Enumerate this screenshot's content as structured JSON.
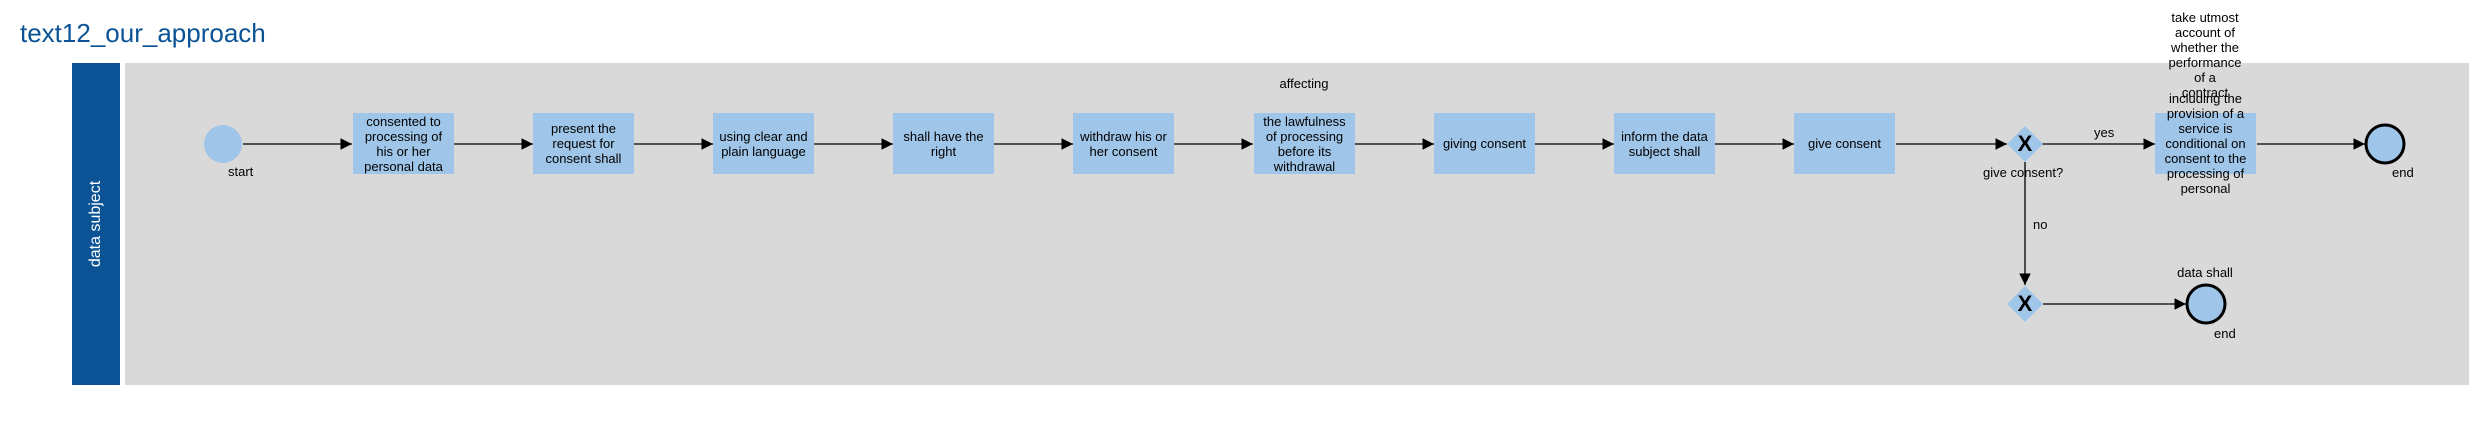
{
  "title": "text12_our_approach",
  "lane": {
    "label": "data subject"
  },
  "colors": {
    "lane_header": "#0b5394",
    "lane_body": "#d9d9d9",
    "node_fill": "#9fc5e8",
    "edge": "#000000"
  },
  "events": {
    "start": "start",
    "end_yes": "end",
    "end_no": "end"
  },
  "tasks": [
    {
      "id": "t1",
      "label": "consented to processing of his or her personal data"
    },
    {
      "id": "t2",
      "label": "present the request for consent shall"
    },
    {
      "id": "t3",
      "label": "using clear and plain language"
    },
    {
      "id": "t4",
      "label": "shall have the right"
    },
    {
      "id": "t5",
      "label": "withdraw his or her consent"
    },
    {
      "id": "t6",
      "label": "the lawfulness of processing before its withdrawal"
    },
    {
      "id": "t7",
      "label": "giving consent"
    },
    {
      "id": "t8",
      "label": "inform the data subject shall"
    },
    {
      "id": "t9",
      "label": "give consent"
    },
    {
      "id": "t10",
      "label": "including the provision of a service is conditional on consent to the processing of personal"
    }
  ],
  "annotations": {
    "t6_above": "affecting",
    "t10_above_lines": [
      "take utmost",
      "account of",
      "whether the",
      "performance",
      "of a",
      "contract"
    ],
    "t10_below": "data shall"
  },
  "gateways": {
    "decision": {
      "label": "give consent?",
      "symbol": "X"
    },
    "merge": {
      "symbol": "X"
    }
  },
  "edges": {
    "yes": "yes",
    "no": "no"
  }
}
